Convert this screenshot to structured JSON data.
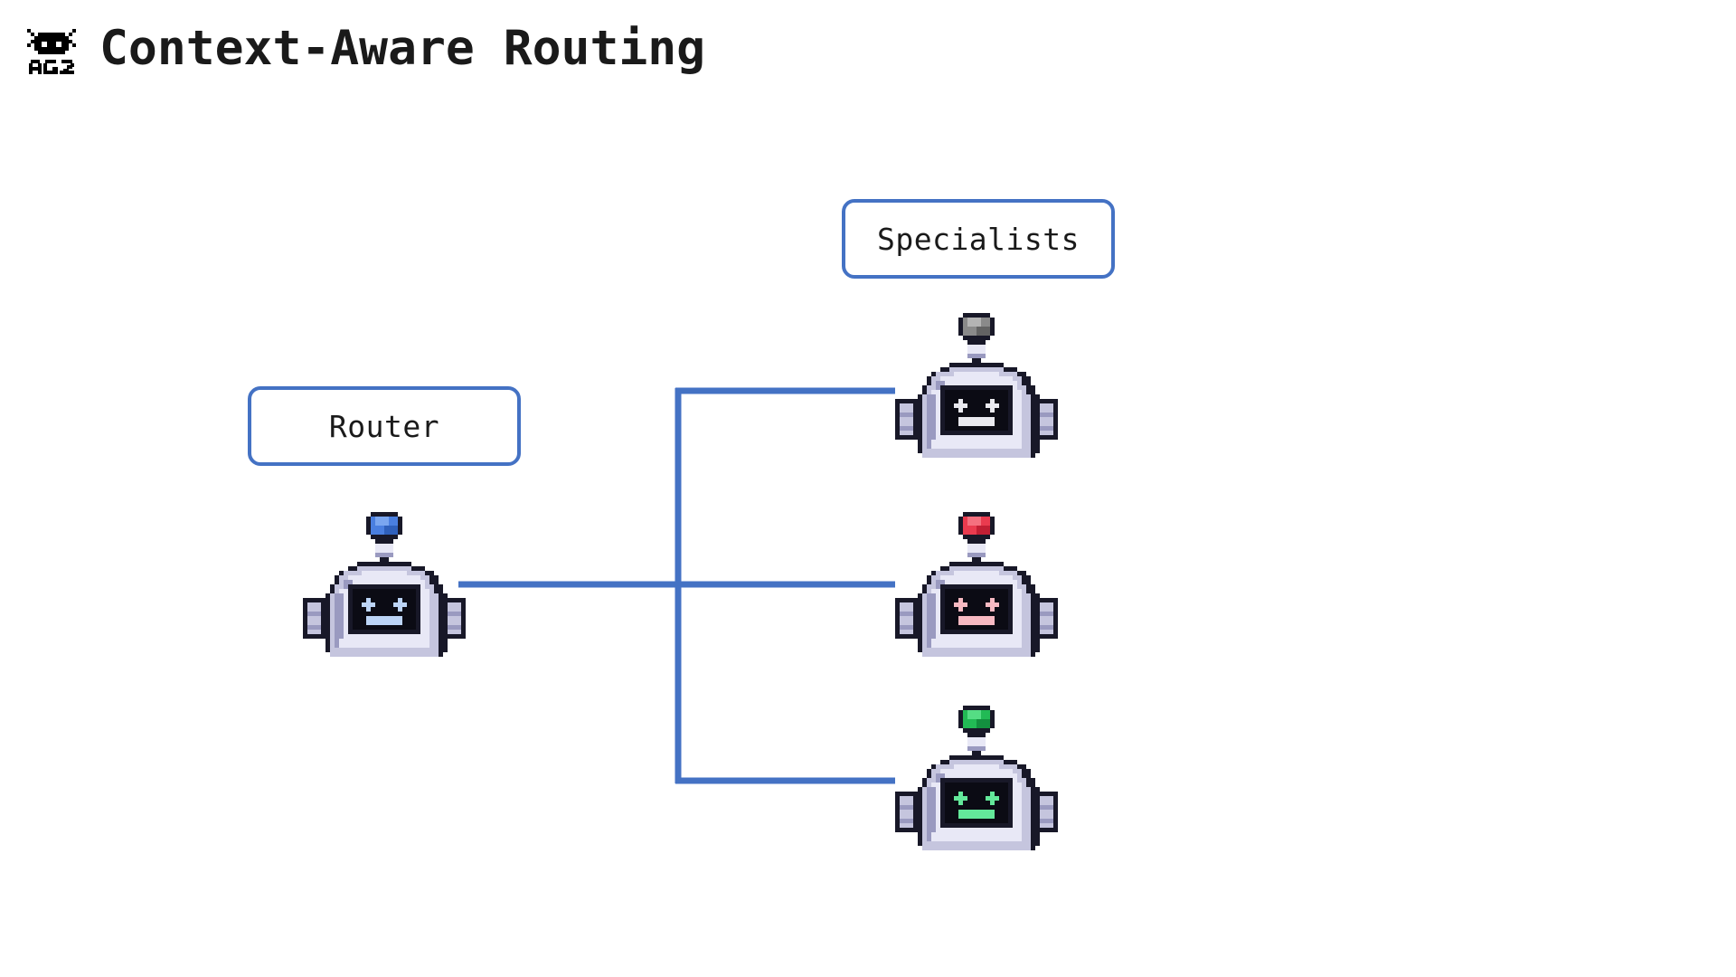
{
  "header": {
    "logo_icon": "ag2-robot-logo-icon",
    "logo_wordmark": "AG2",
    "title": "Context-Aware Routing"
  },
  "theme": {
    "background": "#ffffff",
    "edge_color": "#4472c4",
    "box_border_color": "#4472c4",
    "text_color": "#1a1a1a",
    "robot_body_light": "#e8e8f6",
    "robot_body_mid": "#c5c5de",
    "robot_body_shadow": "#9a9ac0",
    "robot_outline": "#181828",
    "robot_screen": "#0b0b14"
  },
  "diagram": {
    "type": "routing-tree",
    "boxes": [
      {
        "id": "router",
        "label": "Router"
      },
      {
        "id": "specialists",
        "label": "Specialists"
      }
    ],
    "nodes": [
      {
        "id": "router",
        "role": "router",
        "icon": "robot-head-icon",
        "antenna_color": "#4a7fe0",
        "face_color": "#bcd4f6",
        "group": "Router"
      },
      {
        "id": "specialist-0",
        "role": "specialist",
        "icon": "robot-head-icon",
        "antenna_color": "#8a8a8a",
        "face_color": "#e9e9ef",
        "group": "Specialists"
      },
      {
        "id": "specialist-1",
        "role": "specialist",
        "icon": "robot-head-icon",
        "antenna_color": "#ea3b4f",
        "face_color": "#f7b9c2",
        "group": "Specialists"
      },
      {
        "id": "specialist-2",
        "role": "specialist",
        "icon": "robot-head-icon",
        "antenna_color": "#22ba55",
        "face_color": "#63e89a",
        "group": "Specialists"
      }
    ],
    "edges": [
      {
        "from": "router",
        "to": "trunk"
      },
      {
        "from": "trunk",
        "to": "specialist-0"
      },
      {
        "from": "trunk",
        "to": "specialist-1"
      },
      {
        "from": "trunk",
        "to": "specialist-2"
      }
    ]
  }
}
